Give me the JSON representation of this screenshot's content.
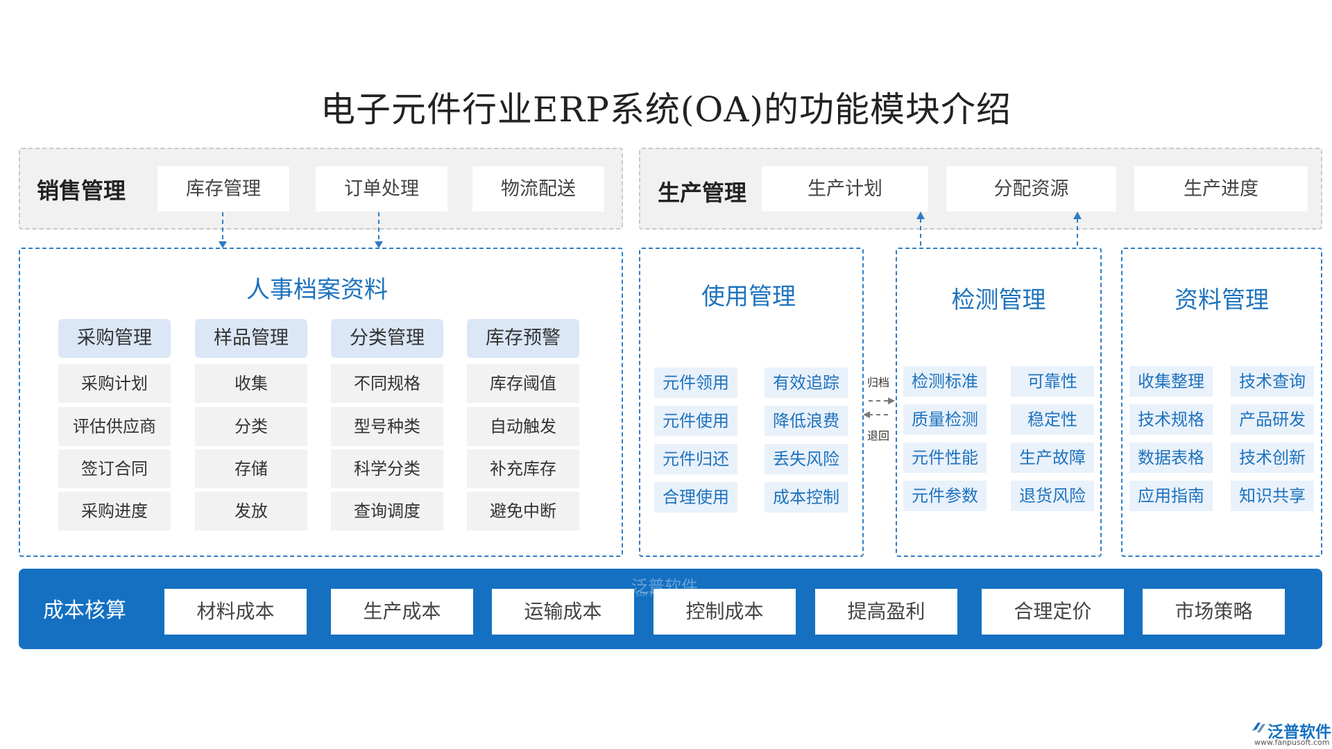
{
  "title": "电子元件行业ERP系统(OA)的功能模块介绍",
  "sales": {
    "label": "销售管理",
    "items": [
      "库存管理",
      "订单处理",
      "物流配送"
    ]
  },
  "production": {
    "label": "生产管理",
    "items": [
      "生产计划",
      "分配资源",
      "生产进度"
    ]
  },
  "hr": {
    "title": "人事档案资料",
    "columns": [
      {
        "head": "采购管理",
        "items": [
          "采购计划",
          "评估供应商",
          "签订合同",
          "采购进度"
        ]
      },
      {
        "head": "样品管理",
        "items": [
          "收集",
          "分类",
          "存储",
          "发放"
        ]
      },
      {
        "head": "分类管理",
        "items": [
          "不同规格",
          "型号种类",
          "科学分类",
          "查询调度"
        ]
      },
      {
        "head": "库存预警",
        "items": [
          "库存阈值",
          "自动触发",
          "补充库存",
          "避免中断"
        ]
      }
    ]
  },
  "usage": {
    "title": "使用管理",
    "items": [
      "元件领用",
      "有效追踪",
      "元件使用",
      "降低浪费",
      "元件归还",
      "丢失风险",
      "合理使用",
      "成本控制"
    ]
  },
  "flow": {
    "archive": "归档",
    "return": "退回"
  },
  "testing": {
    "title": "检测管理",
    "items": [
      "检测标准",
      "可靠性",
      "质量检测",
      "稳定性",
      "元件性能",
      "生产故障",
      "元件参数",
      "退货风险"
    ]
  },
  "materials": {
    "title": "资料管理",
    "items": [
      "收集整理",
      "技术查询",
      "技术规格",
      "产品研发",
      "数据表格",
      "技术创新",
      "应用指南",
      "知识共享"
    ]
  },
  "cost": {
    "label": "成本核算",
    "items": [
      "材料成本",
      "生产成本",
      "运输成本",
      "控制成本",
      "提高盈利",
      "合理定价",
      "市场策略"
    ]
  },
  "watermark": {
    "text": "泛普软件",
    "sub": "N SOFTWARE"
  },
  "logo": {
    "text": "泛普软件",
    "url": "www.fanpusoft.com"
  },
  "colors": {
    "accent": "#1570c2",
    "dashed": "#2f7cc4",
    "hr_head": "#dbe6f6",
    "light_blue": "#e9f1fb"
  }
}
